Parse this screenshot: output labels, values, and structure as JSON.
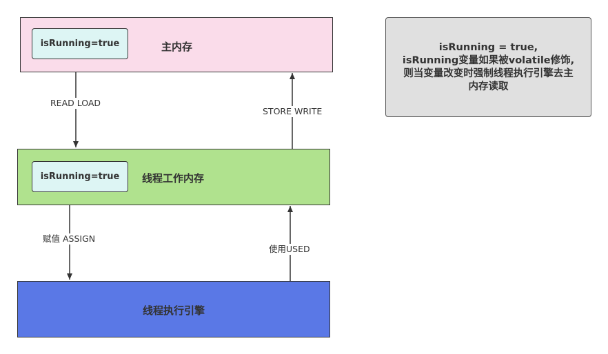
{
  "main_memory": {
    "title": "主内存",
    "variable": "isRunning=true"
  },
  "work_memory": {
    "title": "线程工作内存",
    "variable": "isRunning=true"
  },
  "engine": {
    "title": "线程执行引擎"
  },
  "edges": {
    "read_load": "READ LOAD",
    "store_write": "STORE WRITE",
    "assign": "赋值 ASSIGN",
    "used": "使用USED"
  },
  "note": {
    "text": "isRunning = true,\nisRunning变量如果被volatile修饰,\n则当变量改变时强制线程执行引擎去主\n内存读取"
  },
  "colors": {
    "main_memory": "#fadcea",
    "work_memory": "#b0e28e",
    "engine": "#5a78e6",
    "variable": "#ddf5f4",
    "note": "#e0e0e0"
  }
}
